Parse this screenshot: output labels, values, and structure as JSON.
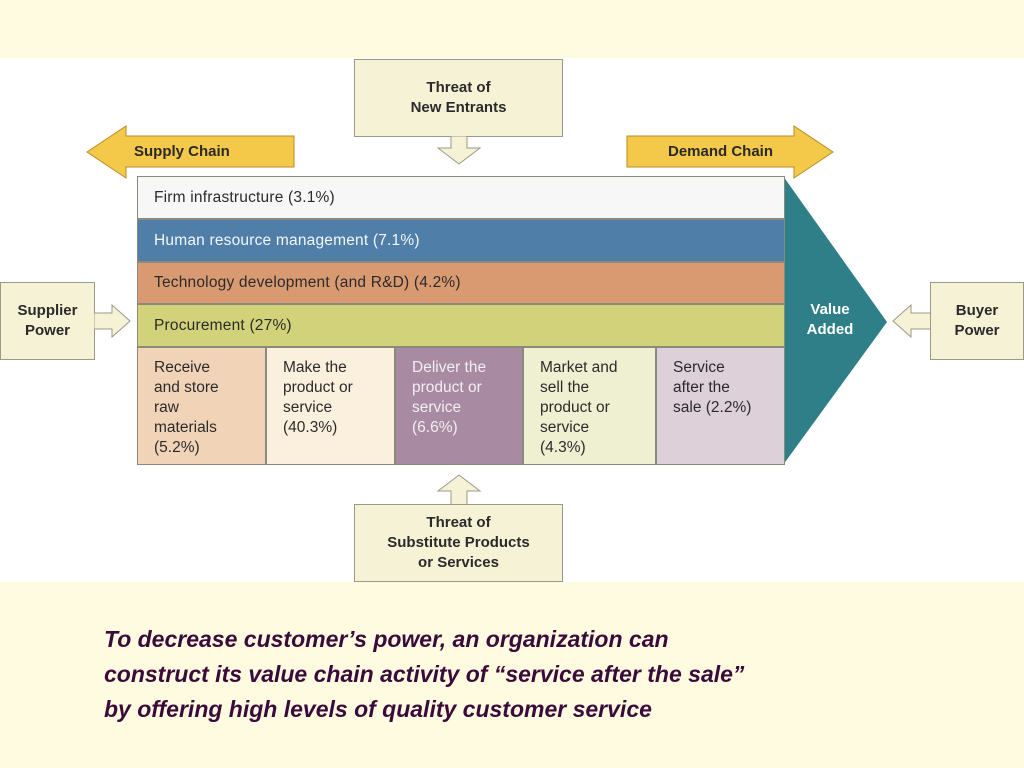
{
  "threats": {
    "new_entrants": [
      "Threat of",
      "New Entrants"
    ],
    "substitutes": [
      "Threat of",
      "Substitute Products",
      "or Services"
    ]
  },
  "chains": {
    "supply": "Supply Chain",
    "demand": "Demand Chain"
  },
  "powers": {
    "supplier": [
      "Supplier",
      "Power"
    ],
    "buyer": [
      "Buyer",
      "Power"
    ]
  },
  "support_activities": [
    "Firm infrastructure (3.1%)",
    "Human resource management (7.1%)",
    "Technology development (and R&D) (4.2%)",
    "Procurement (27%)"
  ],
  "primary_activities": [
    "Receive\nand store\nraw\nmaterials\n(5.2%)",
    "Make the\nproduct or\nservice\n(40.3%)",
    "Deliver the\nproduct or\nservice\n(6.6%)",
    "Market and\nsell the\nproduct or\nservice\n(4.3%)",
    "Service\nafter the\nsale (2.2%)"
  ],
  "value_added": [
    "Value",
    "Added"
  ],
  "caption": [
    "To decrease customer’s power, an organization can",
    "construct its value chain activity of “service after the sale”",
    "by offering high levels of quality customer service"
  ],
  "colors": {
    "support_rows": [
      "#f7f7f8",
      "#4f7fa8",
      "#d99a72",
      "#d2d27a"
    ],
    "primary_cells": [
      "#f1d4b8",
      "#fbf0de",
      "#a98aa3",
      "#efefd2",
      "#ddd0d8"
    ],
    "value_added": "#2f7f88",
    "arrow_fill": "#f4c94a",
    "box_fill": "#f6f2d6",
    "caption_text": "#3a0a3a"
  }
}
